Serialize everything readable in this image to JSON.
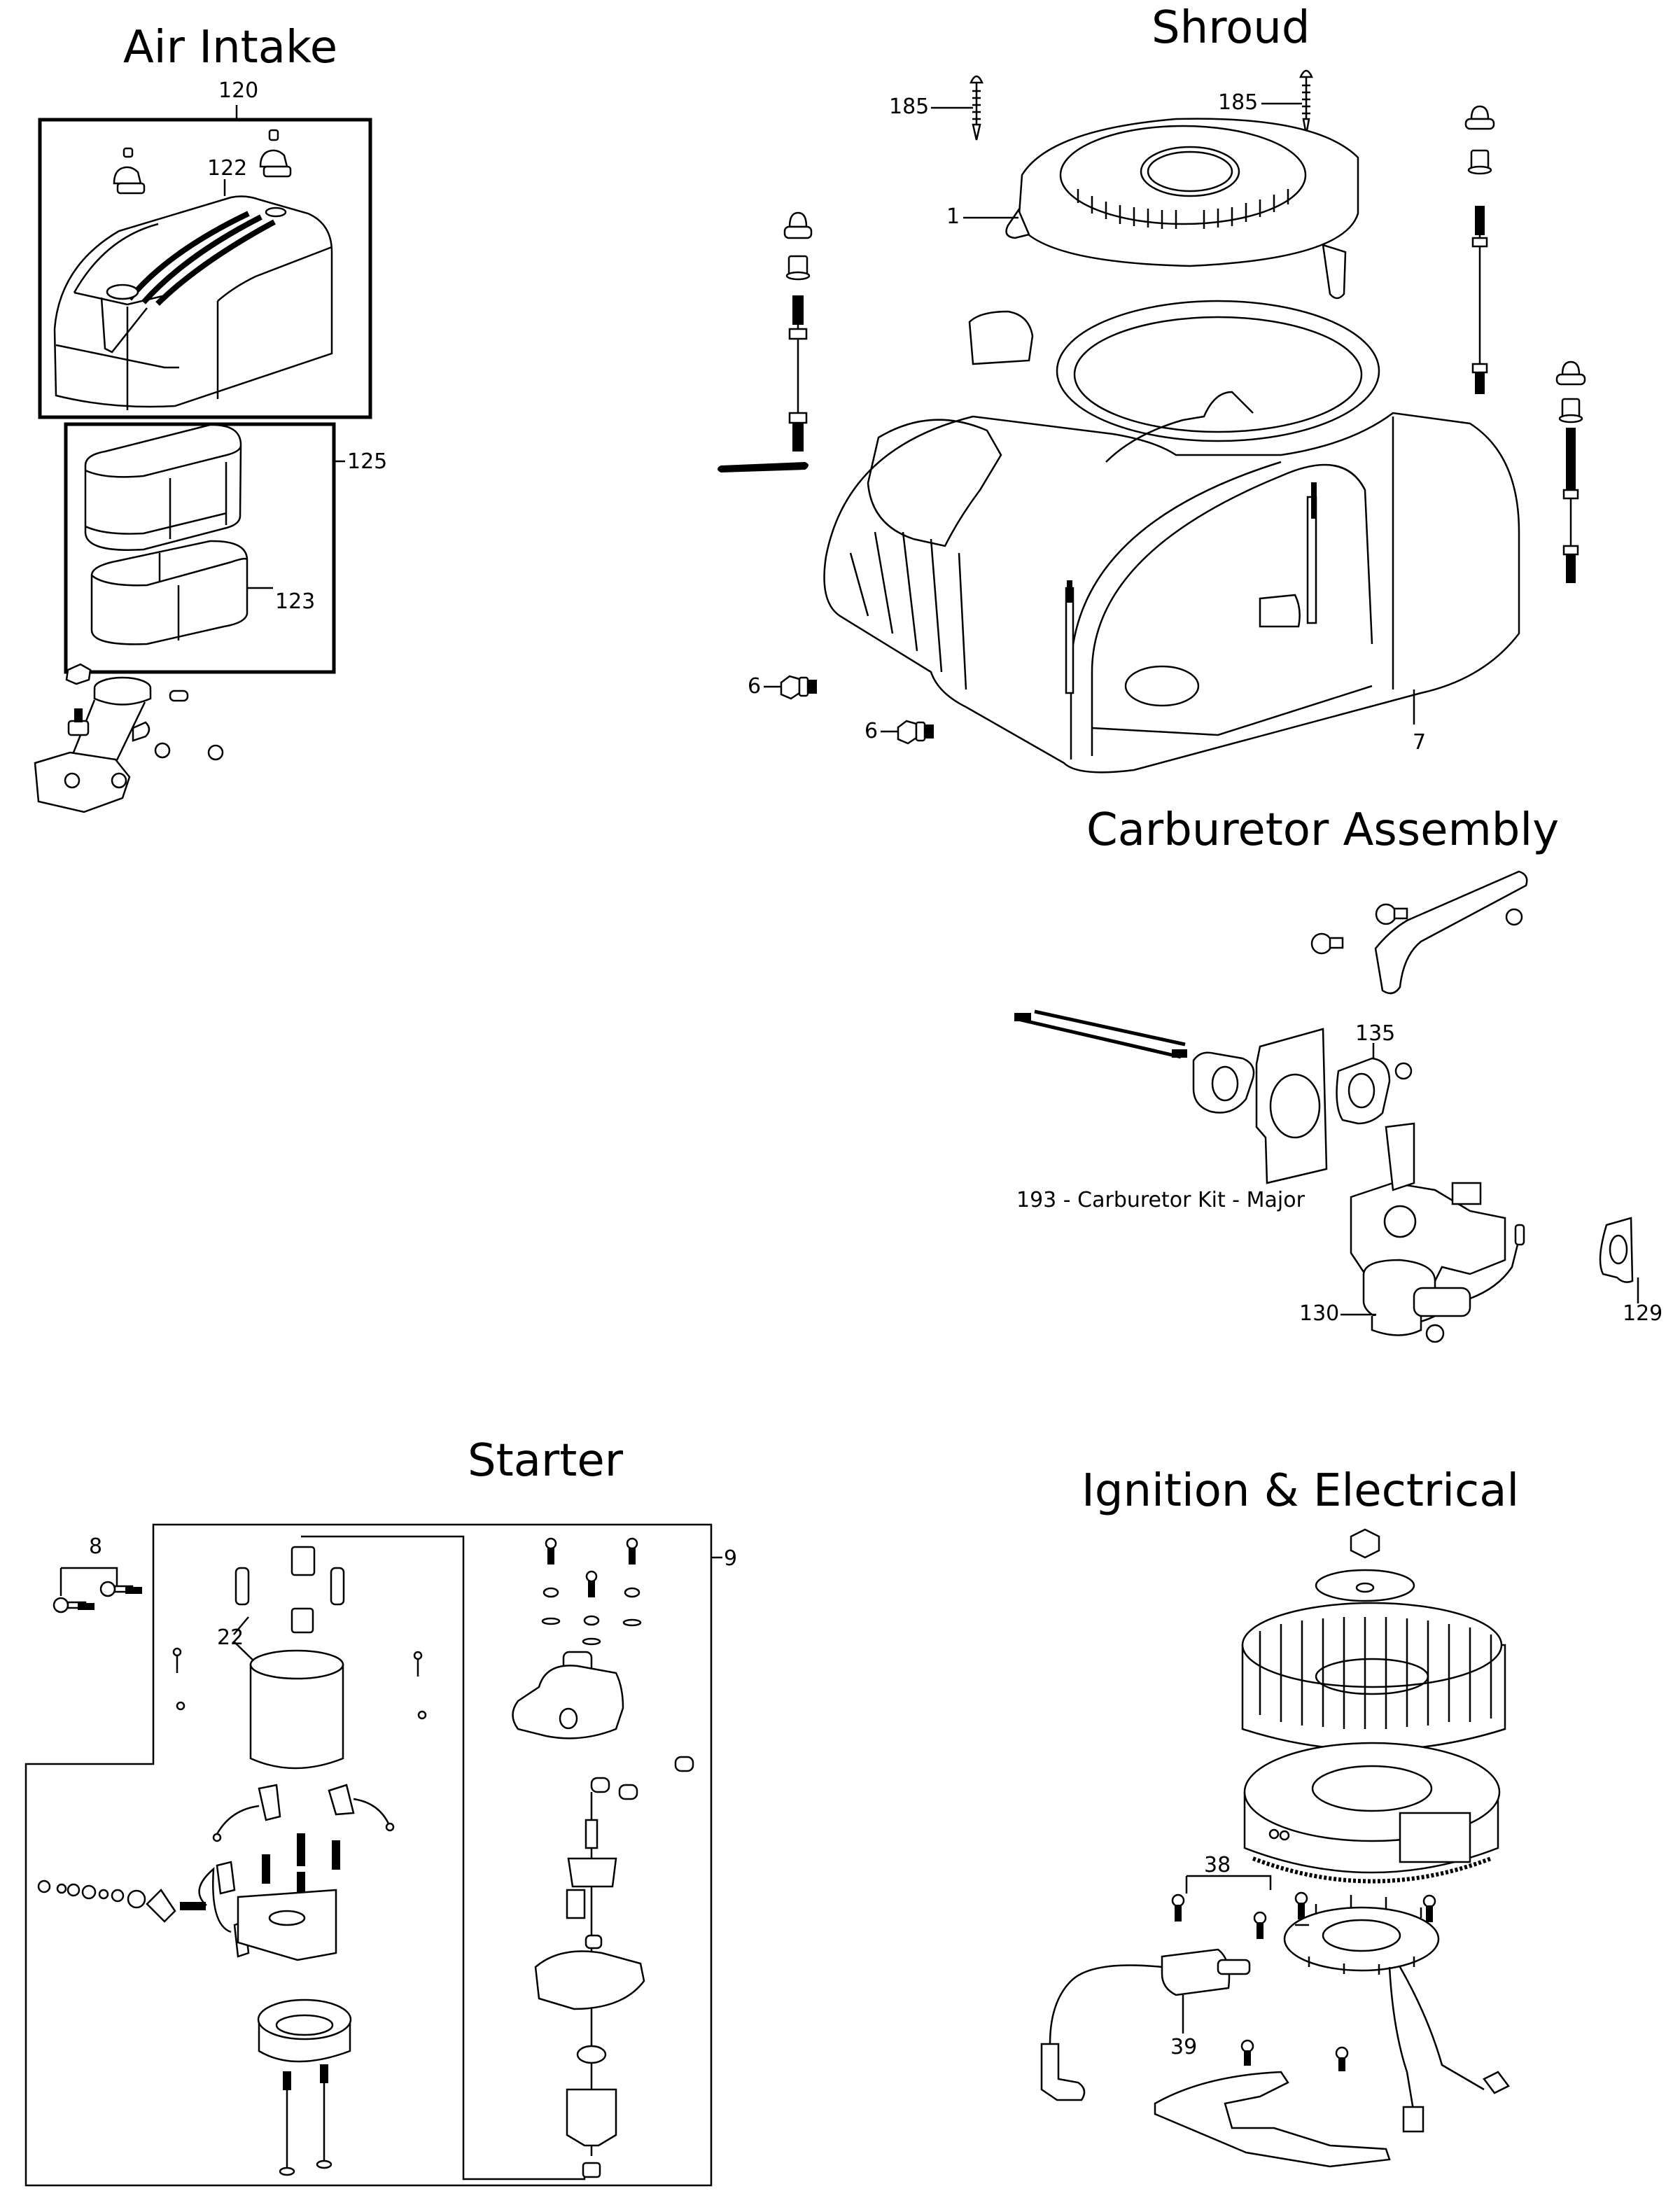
{
  "sections": {
    "air_intake": {
      "title": "Air Intake",
      "labels": {
        "assembly": "120",
        "cover": "122",
        "filter_kit": "125",
        "pre_filter": "123"
      }
    },
    "shroud": {
      "title": "Shroud",
      "labels": {
        "screw_left": "185",
        "screw_right": "185",
        "recoil_cover": "1",
        "drain_plug_1": "6",
        "drain_plug_2": "6",
        "blower_housing": "7"
      }
    },
    "carburetor": {
      "title": "Carburetor Assembly",
      "labels": {
        "gasket_top": "135",
        "kit": "193 - Carburetor Kit - Major",
        "carburetor": "130",
        "gasket_right": "129"
      }
    },
    "starter": {
      "title": "Starter",
      "labels": {
        "bolts": "8",
        "brushes": "22",
        "starter_motor": "9"
      }
    },
    "ignition": {
      "title": "Ignition & Electrical",
      "labels": {
        "bolts": "38",
        "ignition_coil": "39"
      }
    }
  }
}
